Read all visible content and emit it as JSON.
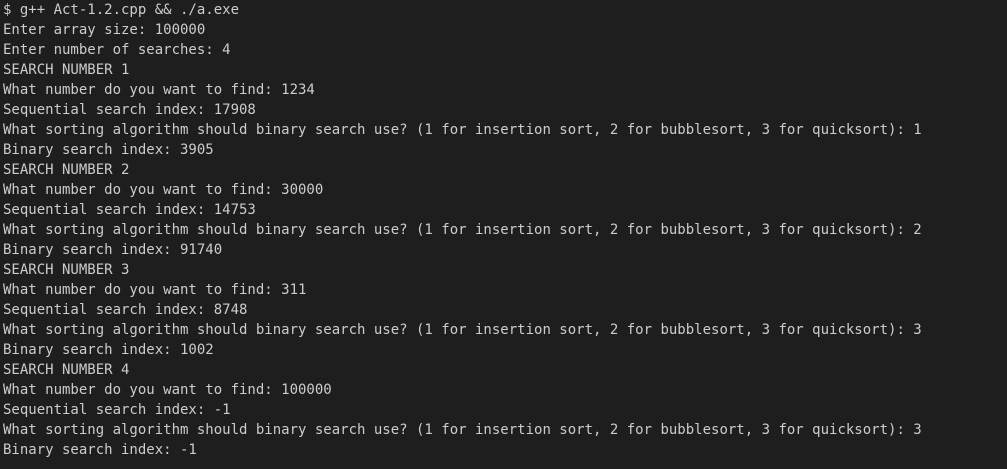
{
  "terminal": {
    "lines": [
      "$ g++ Act-1.2.cpp && ./a.exe",
      "Enter array size: 100000",
      "Enter number of searches: 4",
      "SEARCH NUMBER 1",
      "What number do you want to find: 1234",
      "Sequential search index: 17908",
      "What sorting algorithm should binary search use? (1 for insertion sort, 2 for bubblesort, 3 for quicksort): 1",
      "Binary search index: 3905",
      "SEARCH NUMBER 2",
      "What number do you want to find: 30000",
      "Sequential search index: 14753",
      "What sorting algorithm should binary search use? (1 for insertion sort, 2 for bubblesort, 3 for quicksort): 2",
      "Binary search index: 91740",
      "SEARCH NUMBER 3",
      "What number do you want to find: 311",
      "Sequential search index: 8748",
      "What sorting algorithm should binary search use? (1 for insertion sort, 2 for bubblesort, 3 for quicksort): 3",
      "Binary search index: 1002",
      "SEARCH NUMBER 4",
      "What number do you want to find: 100000",
      "Sequential search index: -1",
      "What sorting algorithm should binary search use? (1 for insertion sort, 2 for bubblesort, 3 for quicksort): 3",
      "Binary search index: -1"
    ]
  }
}
